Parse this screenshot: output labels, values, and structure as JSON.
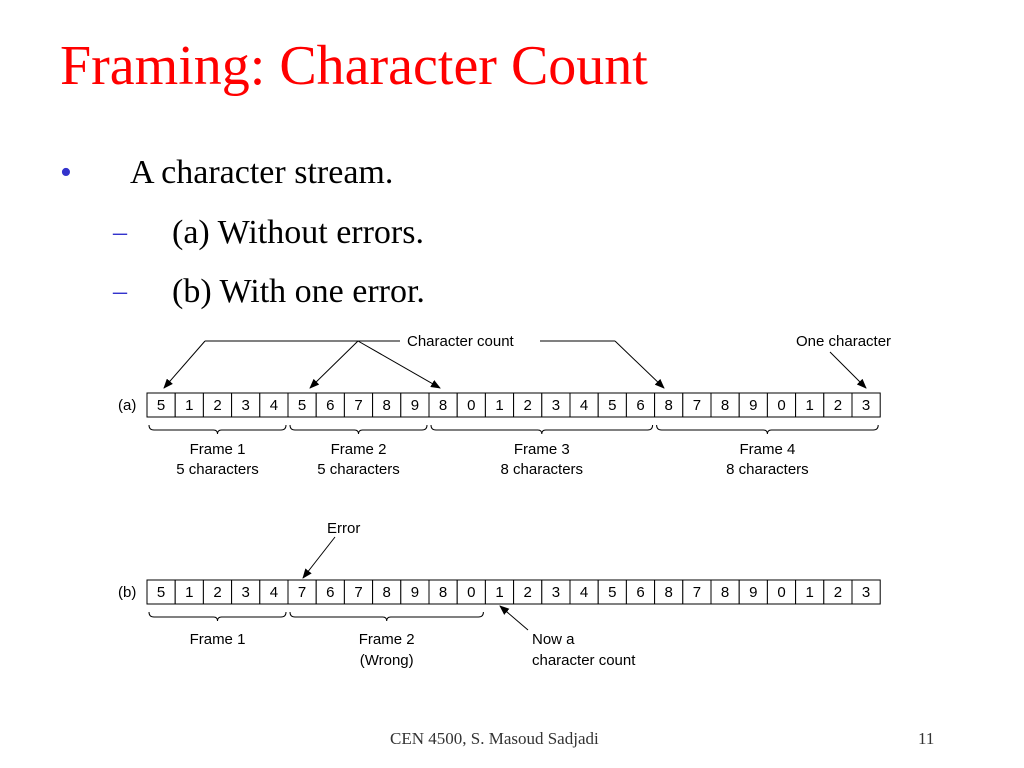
{
  "slide": {
    "title": "Framing: Character Count",
    "bullet": "A character stream.",
    "bullet_mark": "•",
    "sub_mark": "–",
    "sub_items": [
      "(a) Without errors.",
      "(b) With one error."
    ],
    "footer_text": "CEN 4500, S. Masoud Sadjadi",
    "page_number": "11"
  },
  "diagram": {
    "annotations": {
      "character_count": "Character count",
      "one_character": "One character",
      "error": "Error",
      "now_a": "Now a",
      "character_count_lower": "character count"
    },
    "row_a": {
      "label": "(a)",
      "cells": [
        "5",
        "1",
        "2",
        "3",
        "4",
        "5",
        "6",
        "7",
        "8",
        "9",
        "8",
        "0",
        "1",
        "2",
        "3",
        "4",
        "5",
        "6",
        "8",
        "7",
        "8",
        "9",
        "0",
        "1",
        "2",
        "3"
      ],
      "frames": [
        {
          "name": "Frame 1",
          "chars": "5 characters",
          "cells": 5
        },
        {
          "name": "Frame 2",
          "chars": "5 characters",
          "cells": 5
        },
        {
          "name": "Frame 3",
          "chars": "8 characters",
          "cells": 8
        },
        {
          "name": "Frame 4",
          "chars": "8 characters",
          "cells": 8
        }
      ]
    },
    "row_b": {
      "label": "(b)",
      "cells": [
        "5",
        "1",
        "2",
        "3",
        "4",
        "7",
        "6",
        "7",
        "8",
        "9",
        "8",
        "0",
        "1",
        "2",
        "3",
        "4",
        "5",
        "6",
        "8",
        "7",
        "8",
        "9",
        "0",
        "1",
        "2",
        "3"
      ],
      "frames": [
        {
          "name": "Frame 1",
          "chars": "",
          "cells": 5
        },
        {
          "name": "Frame 2",
          "chars": "(Wrong)",
          "cells": 7
        }
      ]
    }
  }
}
